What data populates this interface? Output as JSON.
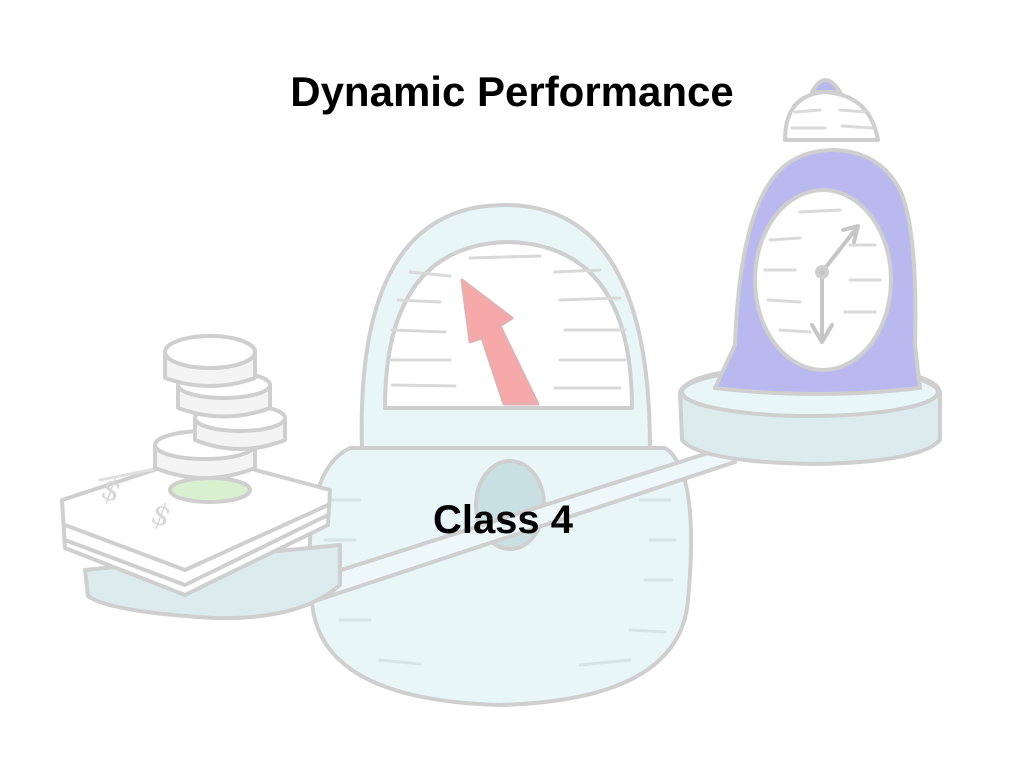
{
  "slide": {
    "title": "Dynamic Performance",
    "subtitle": "Class 4"
  },
  "illustration": {
    "name": "balance-scale-money-vs-time",
    "icons": [
      "coins-stack-icon",
      "cash-bundle-icon",
      "scale-dial-icon",
      "clock-weight-icon"
    ],
    "colors": {
      "scale_fill": "#e8f6f8",
      "outline": "#c8c8c8",
      "needle": "#f7a8a8",
      "clock_body": "#b9b9f0",
      "coin_accent": "#d8f0d0"
    }
  }
}
